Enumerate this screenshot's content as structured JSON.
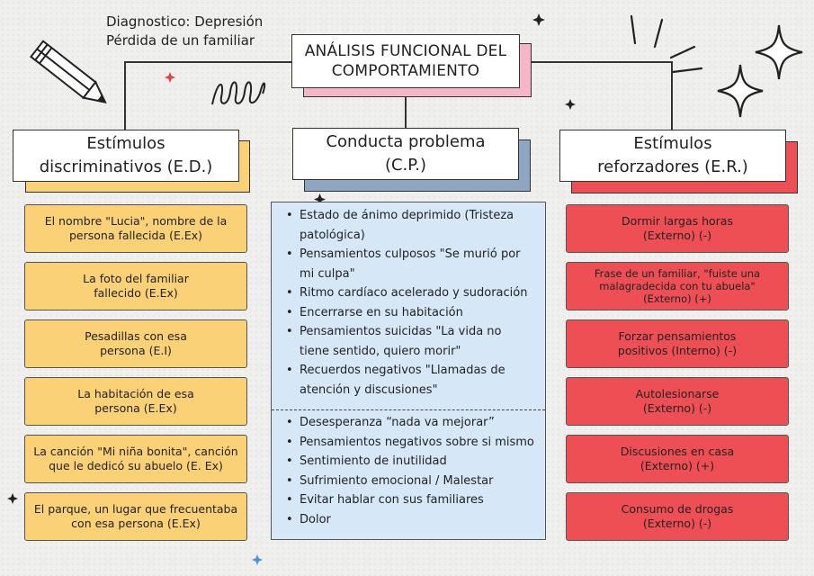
{
  "diagnosis": {
    "line1": "Diagnostico: Depresión",
    "line2": "Pérdida de un familiar"
  },
  "title": {
    "line1": "ANÁLISIS FUNCIONAL DEL",
    "line2": "COMPORTAMIENTO",
    "shadow_color": "#f4b6c8"
  },
  "columns": {
    "ed": {
      "header_line1": "Estímulos",
      "header_line2": "discriminativos (E.D.)",
      "shadow_color": "#fbd177",
      "items": [
        [
          "El nombre \"Lucia\", nombre de la",
          "persona fallecida (E.Ex)"
        ],
        [
          "La foto del familiar",
          "fallecido (E.Ex)"
        ],
        [
          "Pesadillas con esa",
          "persona (E.I)"
        ],
        [
          "La habitación de esa",
          "persona (E.Ex)"
        ],
        [
          "La canción \"Mi niña bonita\", canción",
          "que le dedicó su abuelo (E. Ex)"
        ],
        [
          "El parque, un lugar que frecuentaba",
          "con esa persona (E.Ex)"
        ]
      ]
    },
    "cp": {
      "header_line1": "Conducta problema",
      "header_line2": "(C.P.)",
      "shadow_color": "#8fa6c2",
      "panel_color": "#d6e7f8",
      "items_top": [
        [
          "Estado de ánimo deprimido (Tristeza",
          "patológica)"
        ],
        [
          "Pensamientos culposos \"Se murió por",
          "mi culpa\""
        ],
        [
          "Ritmo cardíaco acelerado y sudoración"
        ],
        [
          "Encerrarse en su habitación"
        ],
        [
          "Pensamientos suicidas \"La vida no",
          "tiene sentido, quiero morir\""
        ],
        [
          "Recuerdos negativos \"Llamadas de",
          "atención y discusiones\""
        ]
      ],
      "items_bottom": [
        [
          "Desesperanza “nada va mejorar”"
        ],
        [
          "Pensamientos negativos sobre si mismo"
        ],
        [
          "Sentimiento de inutilidad"
        ],
        [
          "Sufrimiento emocional / Malestar"
        ],
        [
          "Evitar hablar con sus familiares"
        ],
        [
          "Dolor"
        ]
      ]
    },
    "er": {
      "header_line1": "Estímulos",
      "header_line2": "reforzadores (E.R.)",
      "shadow_color": "#ee4f55",
      "items": [
        [
          "Dormir largas horas",
          "(Externo) (-)"
        ],
        [
          "Frase de un familiar, \"fuiste una",
          "malagradecida con tu abuela\"",
          "(Externo) (+)"
        ],
        [
          "Forzar pensamientos",
          "positivos (Interno) (-)"
        ],
        [
          "Autolesionarse",
          "(Externo) (-)"
        ],
        [
          "Discusiones en casa",
          "(Externo) (+)"
        ],
        [
          "Consumo de drogas",
          "(Externo) (-)"
        ]
      ]
    }
  },
  "decorations": [
    "pencil-icon",
    "spring-doodle-icon",
    "sparkle-star-icon",
    "burst-lines-icon",
    "small-star-icon"
  ]
}
